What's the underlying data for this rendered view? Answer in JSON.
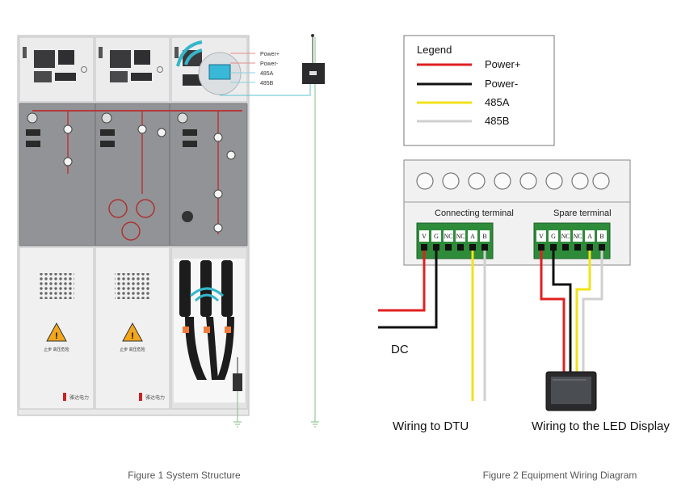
{
  "figure1": {
    "caption": "Figure 1 System Structure",
    "legend_labels": [
      "Power+",
      "Power-",
      "485A",
      "485B"
    ],
    "warning_text": "止步 高压危险",
    "brand_text": "雅达电力"
  },
  "figure2": {
    "caption": "Figure 2 Equipment Wiring Diagram",
    "legend": {
      "title": "Legend",
      "items": [
        {
          "label": "Power+",
          "color": "#e02020"
        },
        {
          "label": "Power-",
          "color": "#111111"
        },
        {
          "label": "485A",
          "color": "#f2e21a"
        },
        {
          "label": "485B",
          "color": "#d0d0d0"
        }
      ]
    },
    "connecting_terminal": {
      "title": "Connecting terminal",
      "pins": [
        "V",
        "G",
        "NC",
        "NC",
        "A",
        "B"
      ]
    },
    "spare_terminal": {
      "title": "Spare terminal",
      "pins": [
        "V",
        "G",
        "NC",
        "NC",
        "A",
        "B"
      ]
    },
    "dc_label": "DC",
    "wiring_dtu_label": "Wiring to DTU",
    "wiring_led_label": "Wiring to the LED Display"
  }
}
